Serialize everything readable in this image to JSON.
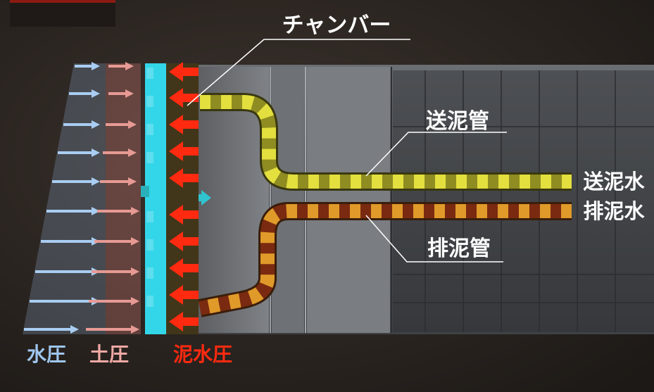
{
  "labels": {
    "chamber": "チャンバー",
    "feed_pipe": "送泥管",
    "discharge_pipe": "排泥管",
    "feed_water": "送泥水",
    "discharge_water": "排泥水",
    "water_pressure": "水圧",
    "earth_pressure": "土圧",
    "slurry_pressure": "泥水圧"
  },
  "colors": {
    "background": "#2a2522",
    "water_arrow": "#a9cdf2",
    "earth_arrow": "#e79a94",
    "slurry_arrow": "#ff2a10",
    "cutter_face": "#33d6e8",
    "feed_pipe": "#d7d43a",
    "discharge_pipe": "#c06a18",
    "label_water": "#9fc6ee",
    "label_earth": "#f0a9a4",
    "label_slurry": "#ff2a10"
  },
  "icons": [
    "pressure-arrow-icon",
    "slurry-arrow-icon"
  ]
}
